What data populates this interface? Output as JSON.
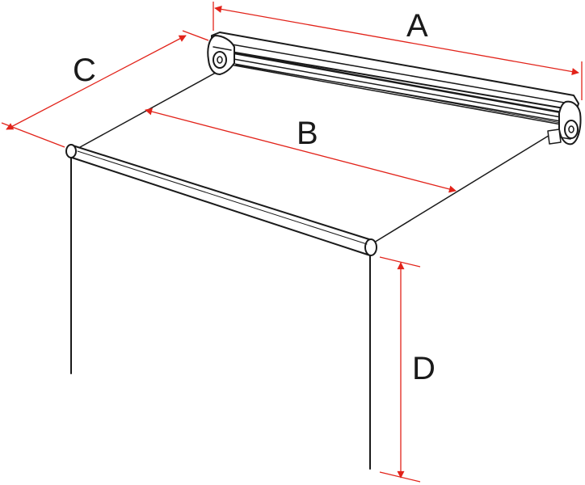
{
  "diagram": {
    "labels": {
      "a": "A",
      "b": "B",
      "c": "C",
      "d": "D"
    },
    "colors": {
      "outline": "#1a1a1a",
      "dimension": "#e2231a",
      "fill": "#ffffff"
    }
  }
}
